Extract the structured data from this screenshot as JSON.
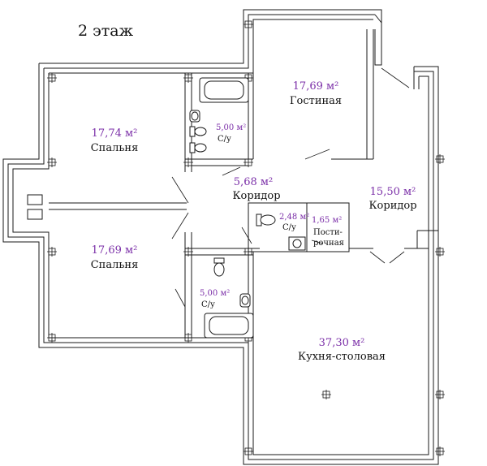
{
  "floor_label": "2 этаж",
  "accent_color": "#7b2fa8",
  "rooms": [
    {
      "id": "living",
      "area": "17,69 м²",
      "name": "Гостиная"
    },
    {
      "id": "bedroom_top",
      "area": "17,74 м²",
      "name": "Спальня"
    },
    {
      "id": "wc_top",
      "area": "5,00 м²",
      "name": "С/у"
    },
    {
      "id": "corridor_small",
      "area": "5,68 м²",
      "name": "Коридор"
    },
    {
      "id": "corridor_large",
      "area": "15,50 м²",
      "name": "Коридор"
    },
    {
      "id": "wc_small",
      "area": "2,48 м²",
      "name": "С/у"
    },
    {
      "id": "laundry",
      "area": "1,65 м²",
      "name_line1": "Пости-",
      "name_line2": "рочная"
    },
    {
      "id": "bedroom_bottom",
      "area": "17,69 м²",
      "name": "Спальня"
    },
    {
      "id": "wc_bottom",
      "area": "5,00 м²",
      "name": "С/у"
    },
    {
      "id": "kitchen",
      "area": "37,30 м²",
      "name": "Кухня-столовая"
    }
  ]
}
